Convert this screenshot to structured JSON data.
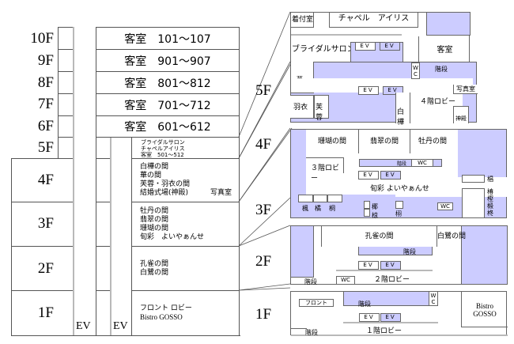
{
  "colors": {
    "room_fill": "#ccccff",
    "line": "#555555",
    "shaft": "#b9b9b9"
  },
  "elevation": {
    "floors": [
      "10F",
      "9F",
      "8F",
      "7F",
      "6F",
      "5F",
      "4F",
      "3F",
      "2F",
      "1F"
    ],
    "ev_labels": [
      "EV",
      "EV"
    ],
    "rows": {
      "f10": "客室　101〜107",
      "f9": "客室　901〜907",
      "f8": "客室　801〜812",
      "f7": "客室　701〜712",
      "f6": "客室　601〜612",
      "f5": [
        "ブライダルサロン",
        "チャペルアイリス",
        "客室　501〜512"
      ],
      "f4": [
        "白樺の間",
        "華の間",
        "芙蓉・羽衣の間",
        "結婚式場(神殿)"
      ],
      "f4_extra": "写真室",
      "f3": [
        "牡丹の間",
        "翡翠の間",
        "珊瑚の間",
        "旬彩　よいやぁんせ"
      ],
      "f2": [
        "孔雀の間",
        "白鷺の間"
      ],
      "f1": [
        "フロント ロビー",
        "Bistro GOSSO"
      ]
    }
  },
  "plans": {
    "labels": [
      "5F",
      "4F",
      "3F",
      "2F",
      "1F"
    ],
    "f5": {
      "dressing": "着付室",
      "chapel": "チャペル　アイリス",
      "bridal": "ブライダルサロン",
      "guest": "客室",
      "ev": [
        "EV",
        "EV"
      ]
    },
    "f4": {
      "hana": "華",
      "stairs": "階段",
      "wc": "W\nC",
      "hagoromo": "羽衣",
      "fuyo": "芙蓉",
      "shirakaba": "白樺",
      "lobby": "４階ロビー",
      "photo": "写真室",
      "shinden": "神殿",
      "ev": [
        "EV",
        "EV"
      ]
    },
    "f3": {
      "sango": "珊瑚の間",
      "hisui": "翡翠の間",
      "botan": "牡丹の間",
      "lobby": "３階ロビー",
      "stairs": "階段",
      "wc1": "WC",
      "wc2": "WC",
      "restaurant": "旬彩 よいやぁんせ",
      "small_rooms_left": [
        "楓",
        "橘",
        "桐"
      ],
      "small_rooms_mid": [
        "椰",
        "椋"
      ],
      "small_room_mid2": "栩",
      "small_rooms_right": [
        "椙",
        "椿",
        "樫",
        "椴",
        "柊"
      ],
      "ev": [
        "EV",
        "EV"
      ]
    },
    "f2": {
      "kujaku": "孔雀の間",
      "hakuro": "白鷺の間",
      "stairs_center": "階段",
      "stairs_left": "階段",
      "wc": "WC",
      "lobby": "２階ロビー",
      "ev": [
        "EV",
        "EV"
      ]
    },
    "f1": {
      "front": "フロント",
      "stairs_center": "階段",
      "stairs_left": "階段",
      "wc": "W\nC",
      "bistro": "Bistro\nGOSSO",
      "lobby": "１階ロビー",
      "ev": [
        "EV",
        "EV"
      ]
    }
  }
}
